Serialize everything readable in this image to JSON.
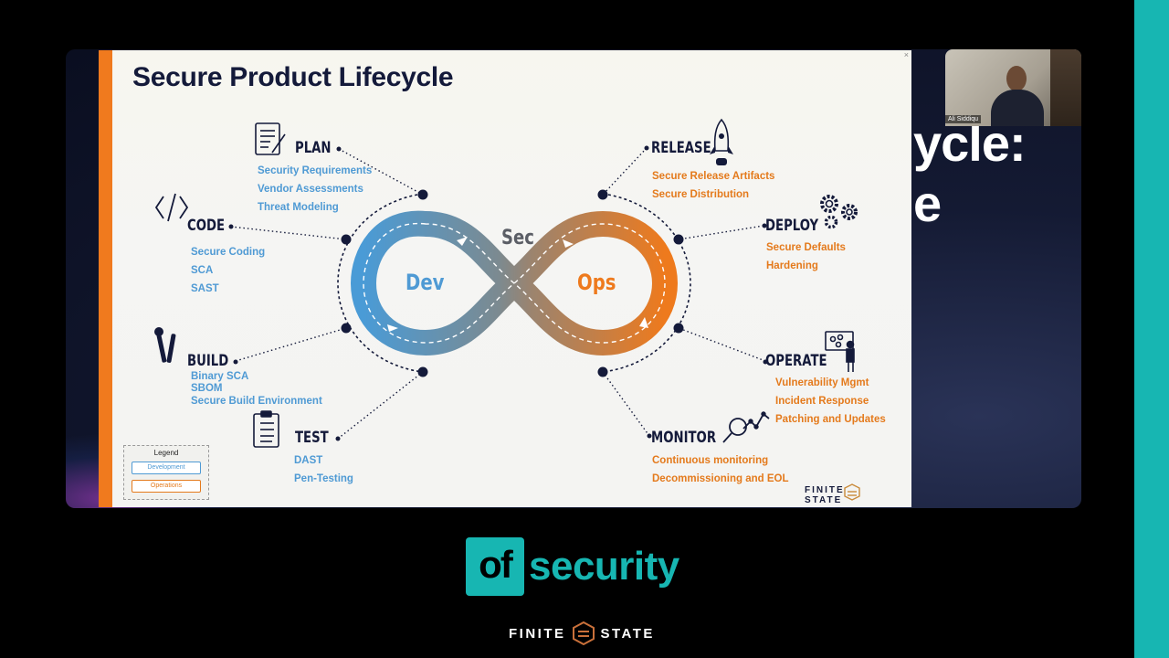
{
  "background": {
    "title_line1": "ycle:",
    "title_line2": "e"
  },
  "webcam": {
    "name": "Ali Siddiqu"
  },
  "slide": {
    "title": "Secure Product Lifecycle",
    "center": {
      "dev": "Dev",
      "sec": "Sec",
      "ops": "Ops"
    },
    "stages": {
      "plan": {
        "label": "PLAN",
        "items": [
          "Security Requirements",
          "Vendor Assessments",
          "Threat Modeling"
        ]
      },
      "code": {
        "label": "CODE",
        "items": [
          "Secure Coding",
          "SCA",
          "SAST"
        ]
      },
      "build": {
        "label": "BUILD",
        "items": [
          "Binary SCA",
          "SBOM",
          "Secure Build Environment"
        ]
      },
      "test": {
        "label": "TEST",
        "items": [
          "DAST",
          "Pen-Testing"
        ]
      },
      "release": {
        "label": "RELEASE",
        "items": [
          "Secure Release Artifacts",
          "Secure Distribution"
        ]
      },
      "deploy": {
        "label": "DEPLOY",
        "items": [
          "Secure Defaults",
          "Hardening"
        ]
      },
      "operate": {
        "label": "OPERATE",
        "items": [
          "Vulnerability Mgmt",
          "Incident Response",
          "Patching and Updates"
        ]
      },
      "monitor": {
        "label": "MONITOR",
        "items": [
          "Continuous monitoring",
          "Decommissioning and EOL"
        ]
      }
    },
    "legend": {
      "title": "Legend",
      "development": "Development",
      "operations": "Operations"
    },
    "footer_brand": {
      "left": "FINITE",
      "right": "STATE"
    }
  },
  "brand": {
    "of": "of",
    "security": "security"
  },
  "bottom_brand": {
    "left": "FINITE",
    "right": "STATE"
  },
  "colors": {
    "teal": "#17b6b2",
    "orange": "#f07a1e",
    "dev_blue": "#4f9ad4",
    "ops_orange": "#e47a1c",
    "navy": "#141a3a"
  }
}
